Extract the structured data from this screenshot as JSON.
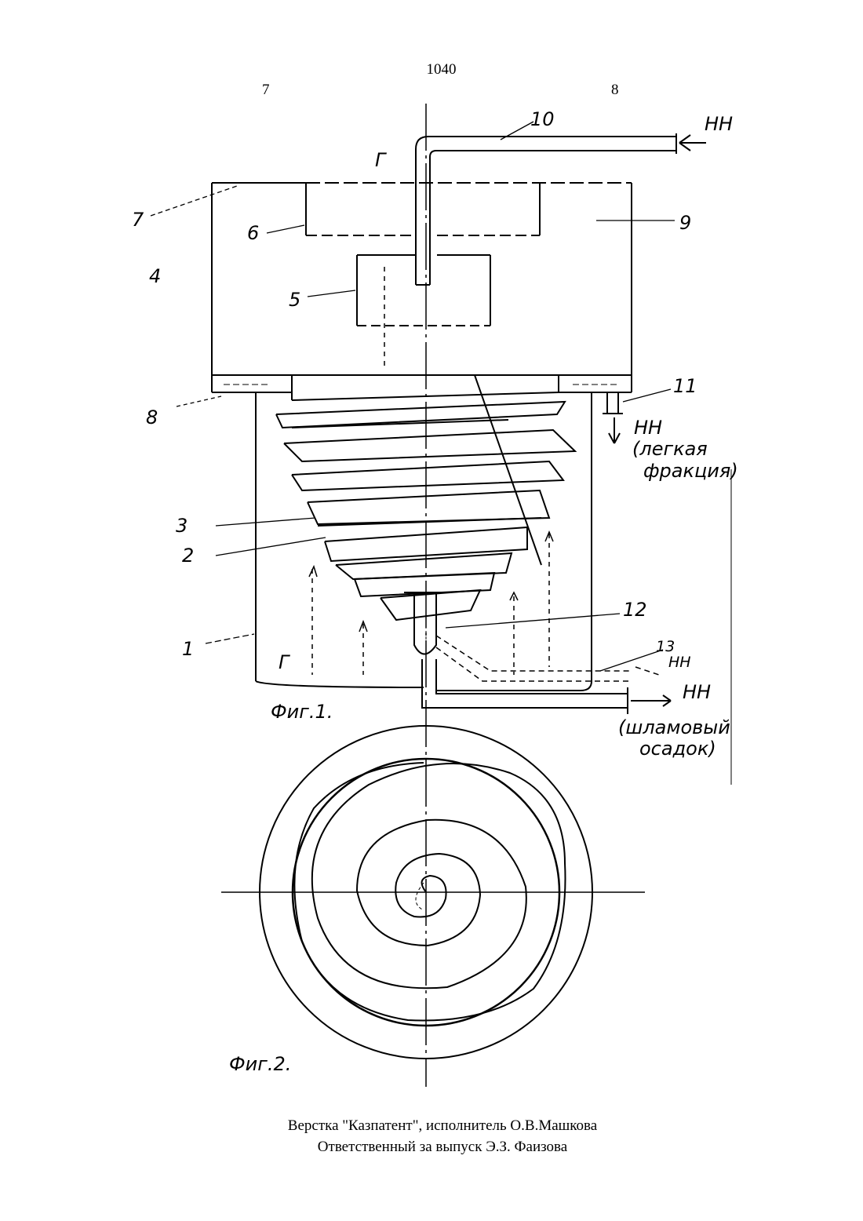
{
  "header": {
    "page_number": "1040",
    "col_left": "7",
    "col_right": "8"
  },
  "drawing": {
    "labels": {
      "l1": "1",
      "l2": "2",
      "l3": "3",
      "l4": "4",
      "l5": "5",
      "l6": "6",
      "l7": "7",
      "l8": "8",
      "l9": "9",
      "l10": "10",
      "l11": "11",
      "l12": "12",
      "l13": "13",
      "gamma_top": "Г",
      "gamma_bottom": "Г",
      "nn_inlet": "НН",
      "nn_light": "НН",
      "light_fraction_1": "(легкая",
      "light_fraction_2": "фракция)",
      "nn_13": "НН",
      "nn_sludge": "НН",
      "sludge_1": "(шламовый",
      "sludge_2": "осадок)",
      "fig1": "Фиг.1.",
      "fig2": "Фиг.2."
    }
  },
  "footer": {
    "line1": "Верстка \"Казпатент\", исполнитель О.В.Машкова",
    "line2": "Ответственный за выпуск Э.З. Фаизова"
  }
}
